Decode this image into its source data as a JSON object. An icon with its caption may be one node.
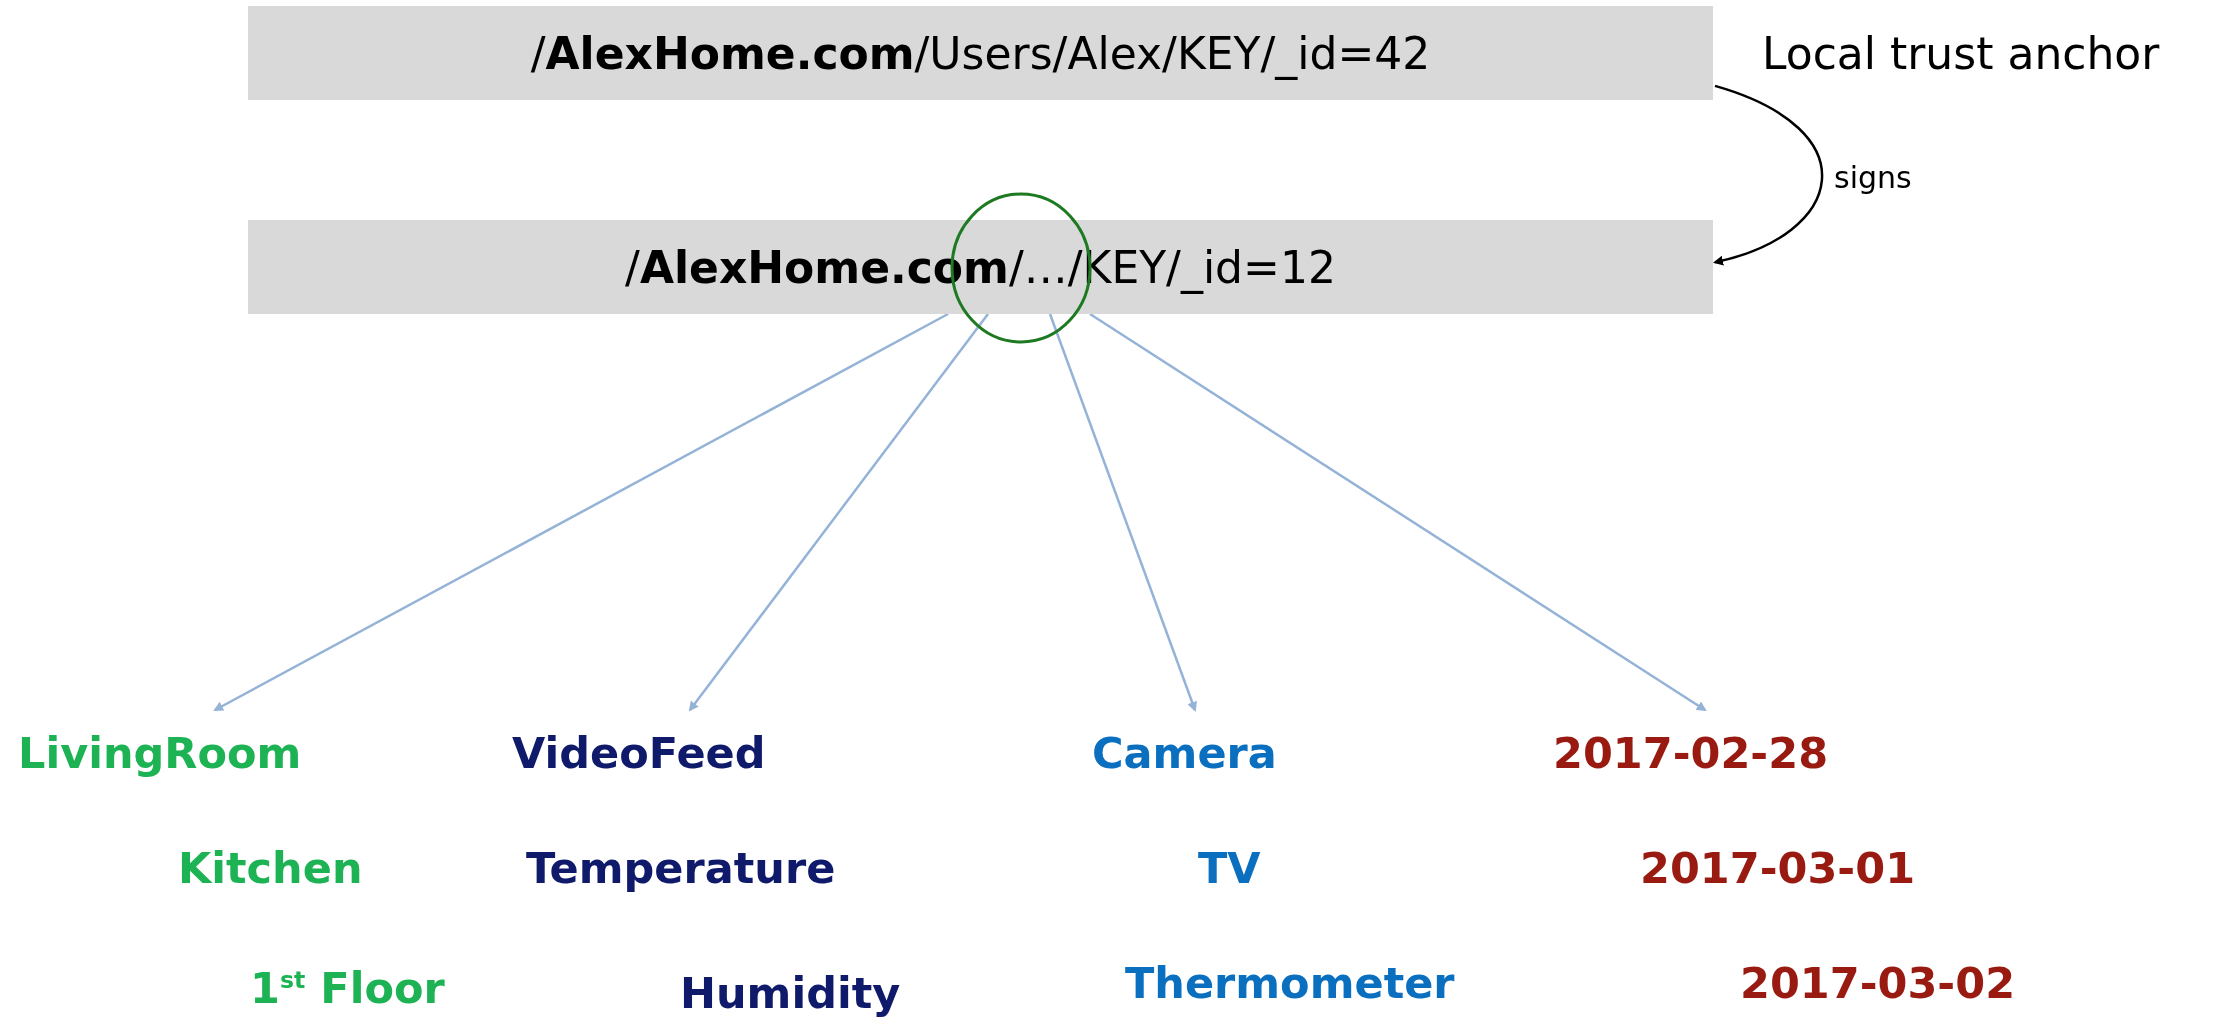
{
  "diagram": {
    "nodes": [
      {
        "text": [
          "/**AlexHome.com**/Users/Alex/KEY/_id=42"
        ],
        "beside": [
          "Local trust anchor"
        ]
      },
      {
        "text": [
          "/**AlexHome.com**/…/KEY/_id=12"
        ]
      },
      {
        "text": [
          "LivingRoom",
          "Kitchen",
          "1$^{st}$ Floor"
        ]
      },
      {
        "text": [
          "VideoFeed",
          "Temperature",
          "Humidity"
        ]
      },
      {
        "text": [
          "Camera",
          "TV",
          "Thermometer"
        ]
      },
      {
        "text": [
          "2017-02-28",
          "2017-03-01",
          "2017-03-02"
        ]
      }
    ],
    "edges": [
      {
        "from": 0,
        "to": 1,
        "arrow": "to",
        "label": "signs",
        "color": "#000000"
      },
      {
        "from": 1,
        "to": 2,
        "arrow": "to"
      },
      {
        "from": 1,
        "to": 3,
        "arrow": "to"
      },
      {
        "from": 1,
        "to": 4,
        "arrow": "to"
      },
      {
        "from": 1,
        "to": 5,
        "arrow": "to"
      }
    ]
  }
}
